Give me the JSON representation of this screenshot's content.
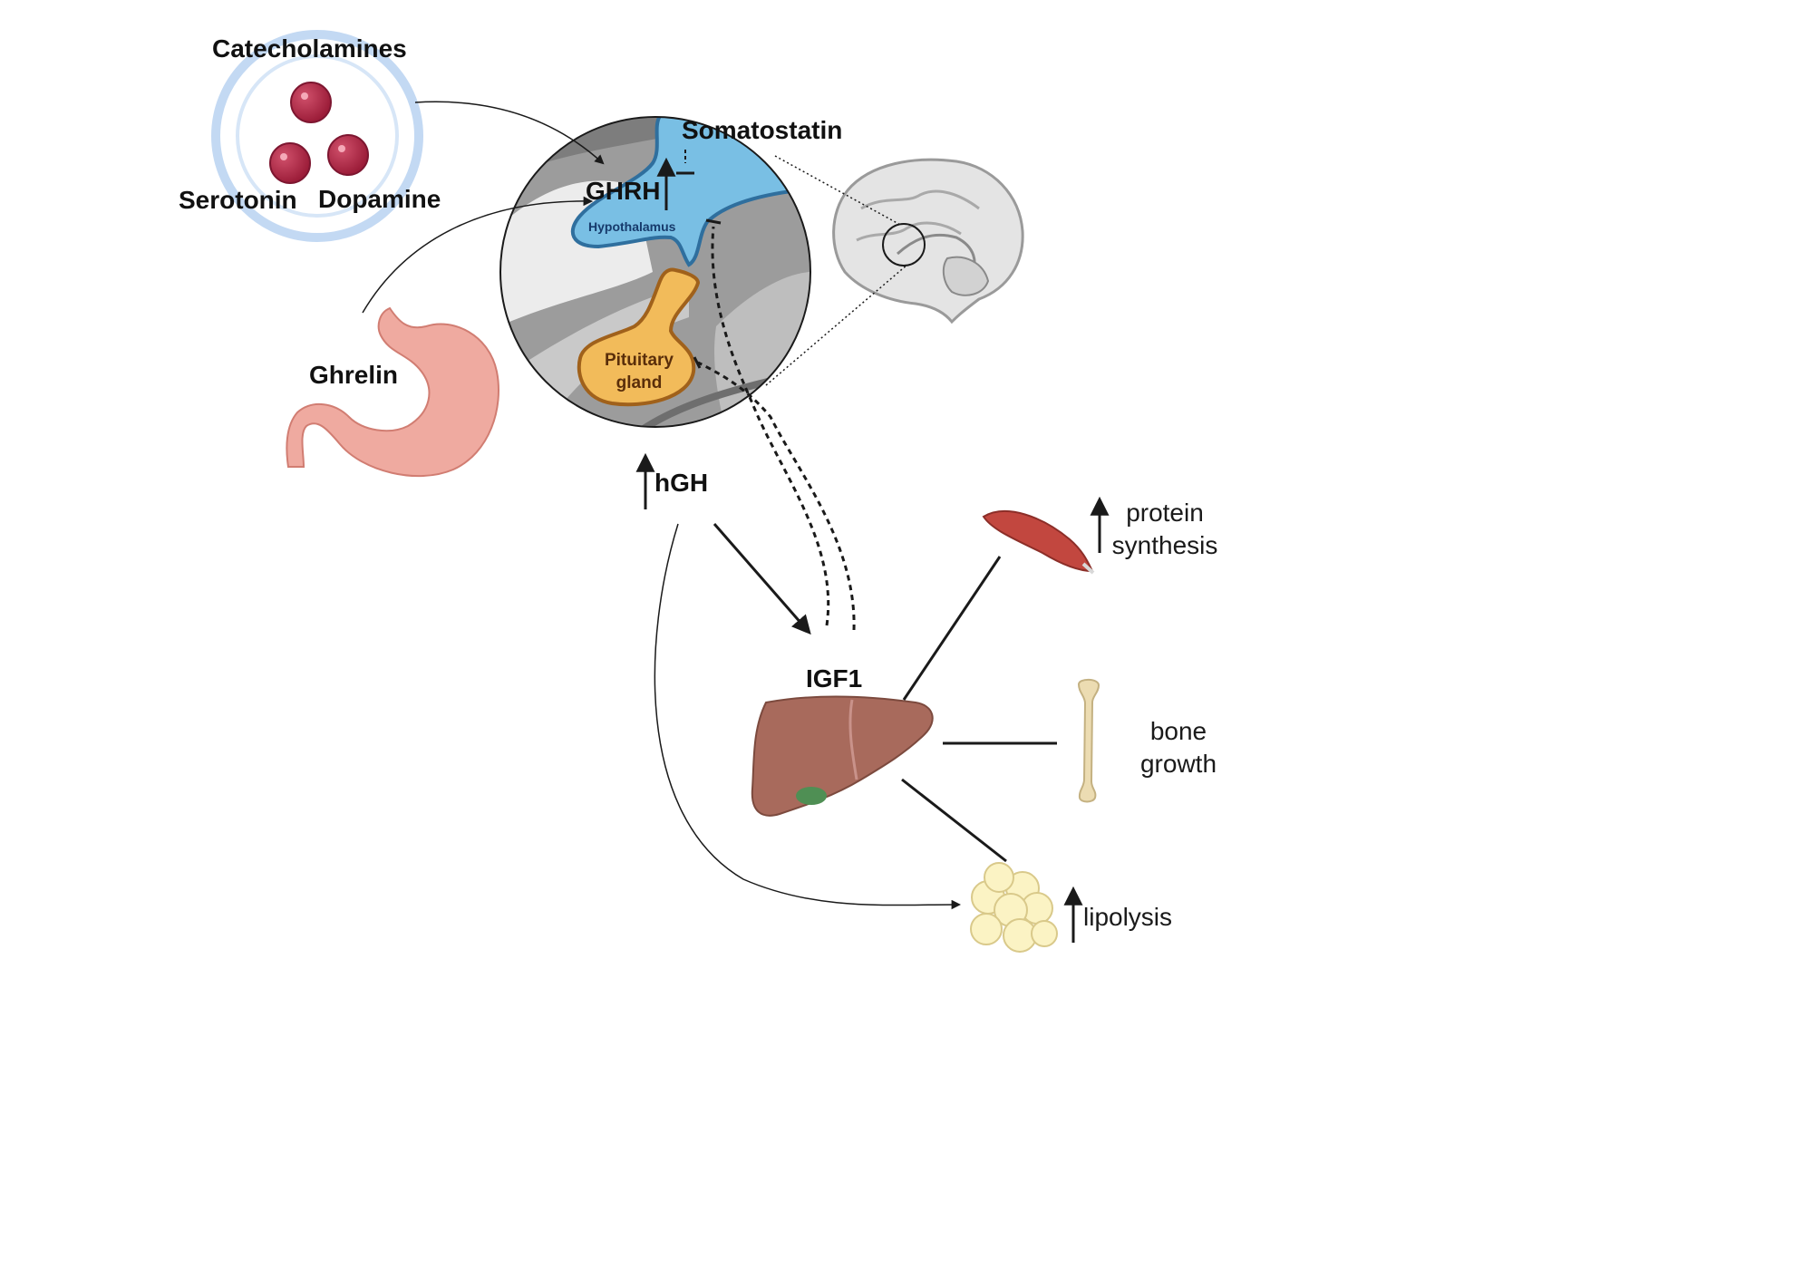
{
  "labels": {
    "catecholamines": "Catecholamines",
    "serotonin": "Serotonin",
    "dopamine": "Dopamine",
    "somatostatin": "Somatostatin",
    "ghrh": "GHRH",
    "hypothalamus": "Hypothalamus",
    "pituitary_line1": "Pituitary",
    "pituitary_line2": "gland",
    "ghrelin": "Ghrelin",
    "hgh": "hGH",
    "igf1": "IGF1",
    "protein_line1": "protein",
    "protein_line2": "synthesis",
    "bone_line1": "bone",
    "bone_line2": "growth",
    "lipolysis": "lipolysis"
  },
  "icons": [
    "catecholamine-vesicle-icon",
    "brain-icon",
    "stomach-icon",
    "liver-icon",
    "muscle-icon",
    "bone-icon",
    "adipose-cells-icon"
  ],
  "colors": {
    "vesicle_ring": "#c3d9f3",
    "molecule": "#b32946",
    "hypothalamus": "#79bfe4",
    "pituitary": "#f2bb5a",
    "stomach": "#efaaa0",
    "liver": "#a86a5c",
    "muscle": "#c2473f",
    "bone": "#ecdcb2",
    "fat": "#fbf3c4"
  }
}
